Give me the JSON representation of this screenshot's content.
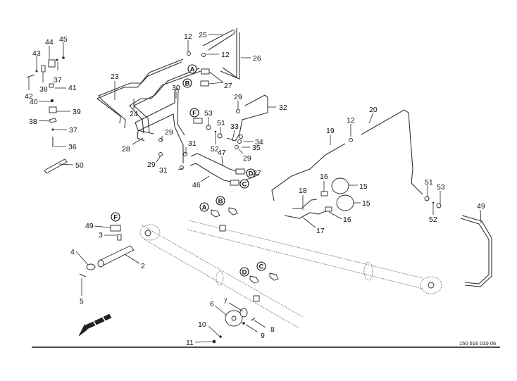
{
  "diagram": {
    "title": "Hydraulic lines exploded parts diagram",
    "drawing_number": "150 516 010 06",
    "orientation_arrow": "direction-of-travel-arrow"
  },
  "callouts": [
    {
      "id": "c45",
      "label": "45"
    },
    {
      "id": "c44",
      "label": "44"
    },
    {
      "id": "c43",
      "label": "43"
    },
    {
      "id": "c37a",
      "label": "37"
    },
    {
      "id": "c38a",
      "label": "38"
    },
    {
      "id": "c41",
      "label": "41"
    },
    {
      "id": "c42",
      "label": "42"
    },
    {
      "id": "c40",
      "label": "40"
    },
    {
      "id": "c39",
      "label": "39"
    },
    {
      "id": "c38b",
      "label": "38"
    },
    {
      "id": "c37b",
      "label": "37"
    },
    {
      "id": "c36",
      "label": "36"
    },
    {
      "id": "c50",
      "label": "50"
    },
    {
      "id": "c12a",
      "label": "12"
    },
    {
      "id": "c25",
      "label": "25"
    },
    {
      "id": "c12b",
      "label": "12"
    },
    {
      "id": "c26",
      "label": "26"
    },
    {
      "id": "c23",
      "label": "23"
    },
    {
      "id": "c24",
      "label": "24"
    },
    {
      "id": "c27a",
      "label": "27"
    },
    {
      "id": "c30",
      "label": "30"
    },
    {
      "id": "c29a",
      "label": "29"
    },
    {
      "id": "c32",
      "label": "32"
    },
    {
      "id": "c53a",
      "label": "53"
    },
    {
      "id": "c51a",
      "label": "51"
    },
    {
      "id": "c33",
      "label": "33"
    },
    {
      "id": "c34",
      "label": "34"
    },
    {
      "id": "c35",
      "label": "35"
    },
    {
      "id": "c29b",
      "label": "29"
    },
    {
      "id": "c52a",
      "label": "52"
    },
    {
      "id": "c47",
      "label": "47"
    },
    {
      "id": "c28",
      "label": "28"
    },
    {
      "id": "c29c",
      "label": "29"
    },
    {
      "id": "c29d",
      "label": "29"
    },
    {
      "id": "c31a",
      "label": "31"
    },
    {
      "id": "c31b",
      "label": "31"
    },
    {
      "id": "c46",
      "label": "46"
    },
    {
      "id": "c27b",
      "label": "27"
    },
    {
      "id": "c20",
      "label": "20"
    },
    {
      "id": "c19",
      "label": "19"
    },
    {
      "id": "c12c",
      "label": "12"
    },
    {
      "id": "c16a",
      "label": "16"
    },
    {
      "id": "c15a",
      "label": "15"
    },
    {
      "id": "c18",
      "label": "18"
    },
    {
      "id": "c15b",
      "label": "15"
    },
    {
      "id": "c16b",
      "label": "16"
    },
    {
      "id": "c17",
      "label": "17"
    },
    {
      "id": "c51b",
      "label": "51"
    },
    {
      "id": "c53b",
      "label": "53"
    },
    {
      "id": "c52b",
      "label": "52"
    },
    {
      "id": "c49a",
      "label": "49"
    },
    {
      "id": "c49b",
      "label": "49"
    },
    {
      "id": "c3",
      "label": "3"
    },
    {
      "id": "c4",
      "label": "4"
    },
    {
      "id": "c2",
      "label": "2"
    },
    {
      "id": "c5",
      "label": "5"
    },
    {
      "id": "c6",
      "label": "6"
    },
    {
      "id": "c7",
      "label": "7"
    },
    {
      "id": "c8",
      "label": "8"
    },
    {
      "id": "c9",
      "label": "9"
    },
    {
      "id": "c10",
      "label": "10"
    },
    {
      "id": "c11",
      "label": "11"
    }
  ],
  "connection_markers": {
    "A1": "A",
    "B1": "B",
    "F1": "F",
    "D1": "D",
    "C1": "C",
    "F2": "F",
    "A2": "A",
    "B2": "B",
    "D2": "D",
    "C2": "C"
  }
}
